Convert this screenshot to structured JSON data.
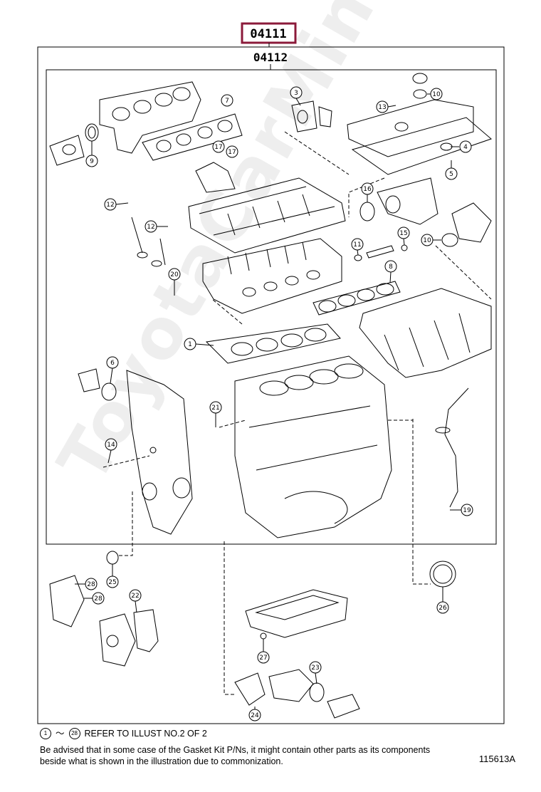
{
  "header": {
    "main_code": "04111",
    "sub_code": "04112"
  },
  "watermark": "ToyotaCarMine.ru",
  "colors": {
    "code_box": "#8b1a3a",
    "line": "#000000"
  },
  "callouts": [
    {
      "id": "c1",
      "label": "1"
    },
    {
      "id": "c3",
      "label": "3"
    },
    {
      "id": "c4",
      "label": "4"
    },
    {
      "id": "c5",
      "label": "5"
    },
    {
      "id": "c6",
      "label": "6"
    },
    {
      "id": "c7",
      "label": "7"
    },
    {
      "id": "c8",
      "label": "8"
    },
    {
      "id": "c9",
      "label": "9"
    },
    {
      "id": "c10a",
      "label": "10"
    },
    {
      "id": "c10b",
      "label": "10"
    },
    {
      "id": "c11",
      "label": "11"
    },
    {
      "id": "c12a",
      "label": "12"
    },
    {
      "id": "c12b",
      "label": "12"
    },
    {
      "id": "c13",
      "label": "13"
    },
    {
      "id": "c14",
      "label": "14"
    },
    {
      "id": "c15",
      "label": "15"
    },
    {
      "id": "c16",
      "label": "16"
    },
    {
      "id": "c17a",
      "label": "17"
    },
    {
      "id": "c17b",
      "label": "17"
    },
    {
      "id": "c19",
      "label": "19"
    },
    {
      "id": "c20",
      "label": "20"
    },
    {
      "id": "c21",
      "label": "21"
    },
    {
      "id": "c22",
      "label": "22"
    },
    {
      "id": "c23",
      "label": "23"
    },
    {
      "id": "c24",
      "label": "24"
    },
    {
      "id": "c25",
      "label": "25"
    },
    {
      "id": "c26",
      "label": "26"
    },
    {
      "id": "c27",
      "label": "27"
    },
    {
      "id": "c28a",
      "label": "28"
    },
    {
      "id": "c28b",
      "label": "28"
    }
  ],
  "footer": {
    "range_start": "1",
    "range_sep": "～",
    "range_end": "28",
    "refer_text": "REFER TO ILLUST NO.2 OF 2",
    "note": "Be advised that in some case of the Gasket Kit P/Ns,  it might contain other parts as its components beside what is shown in the illustration due to commonization.",
    "illustration_id": "115613A"
  }
}
